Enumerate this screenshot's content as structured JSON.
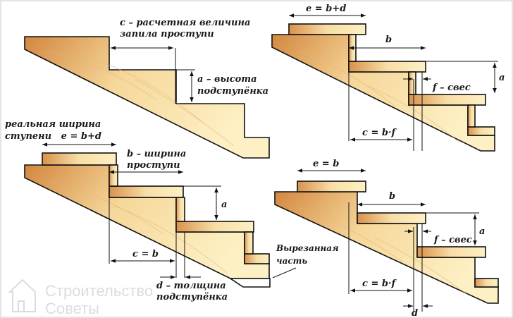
{
  "colors": {
    "wood_dark": "#d3873f",
    "wood_light": "#fdf0c4",
    "line": "#111111"
  },
  "diagram1": {
    "c_line1": "c – расчетная величина",
    "c_line2": "запила проступи",
    "a_line1": "a – высота",
    "a_line2": "подступёнка"
  },
  "diagram2": {
    "e_line1": "реальная ширина",
    "e_line2": "ступени   e = b+d",
    "b_line1": "b – ширина",
    "b_line2": "проступи",
    "a": "a",
    "c": "c = b",
    "d_line1": "d – толщина",
    "d_line2": "подступёнка",
    "cut_line1": "Вырезанная",
    "cut_line2": "часть"
  },
  "diagram3": {
    "e": "e = b+d",
    "b": "b",
    "a": "a",
    "f": "f – свес",
    "c": "c = b·f"
  },
  "diagram4": {
    "e": "e = b",
    "b": "b",
    "a": "a",
    "f": "f – свес",
    "c": "c = b·f",
    "d": "d"
  },
  "watermark": {
    "line1": "Строительство",
    "line2": "Советы"
  }
}
